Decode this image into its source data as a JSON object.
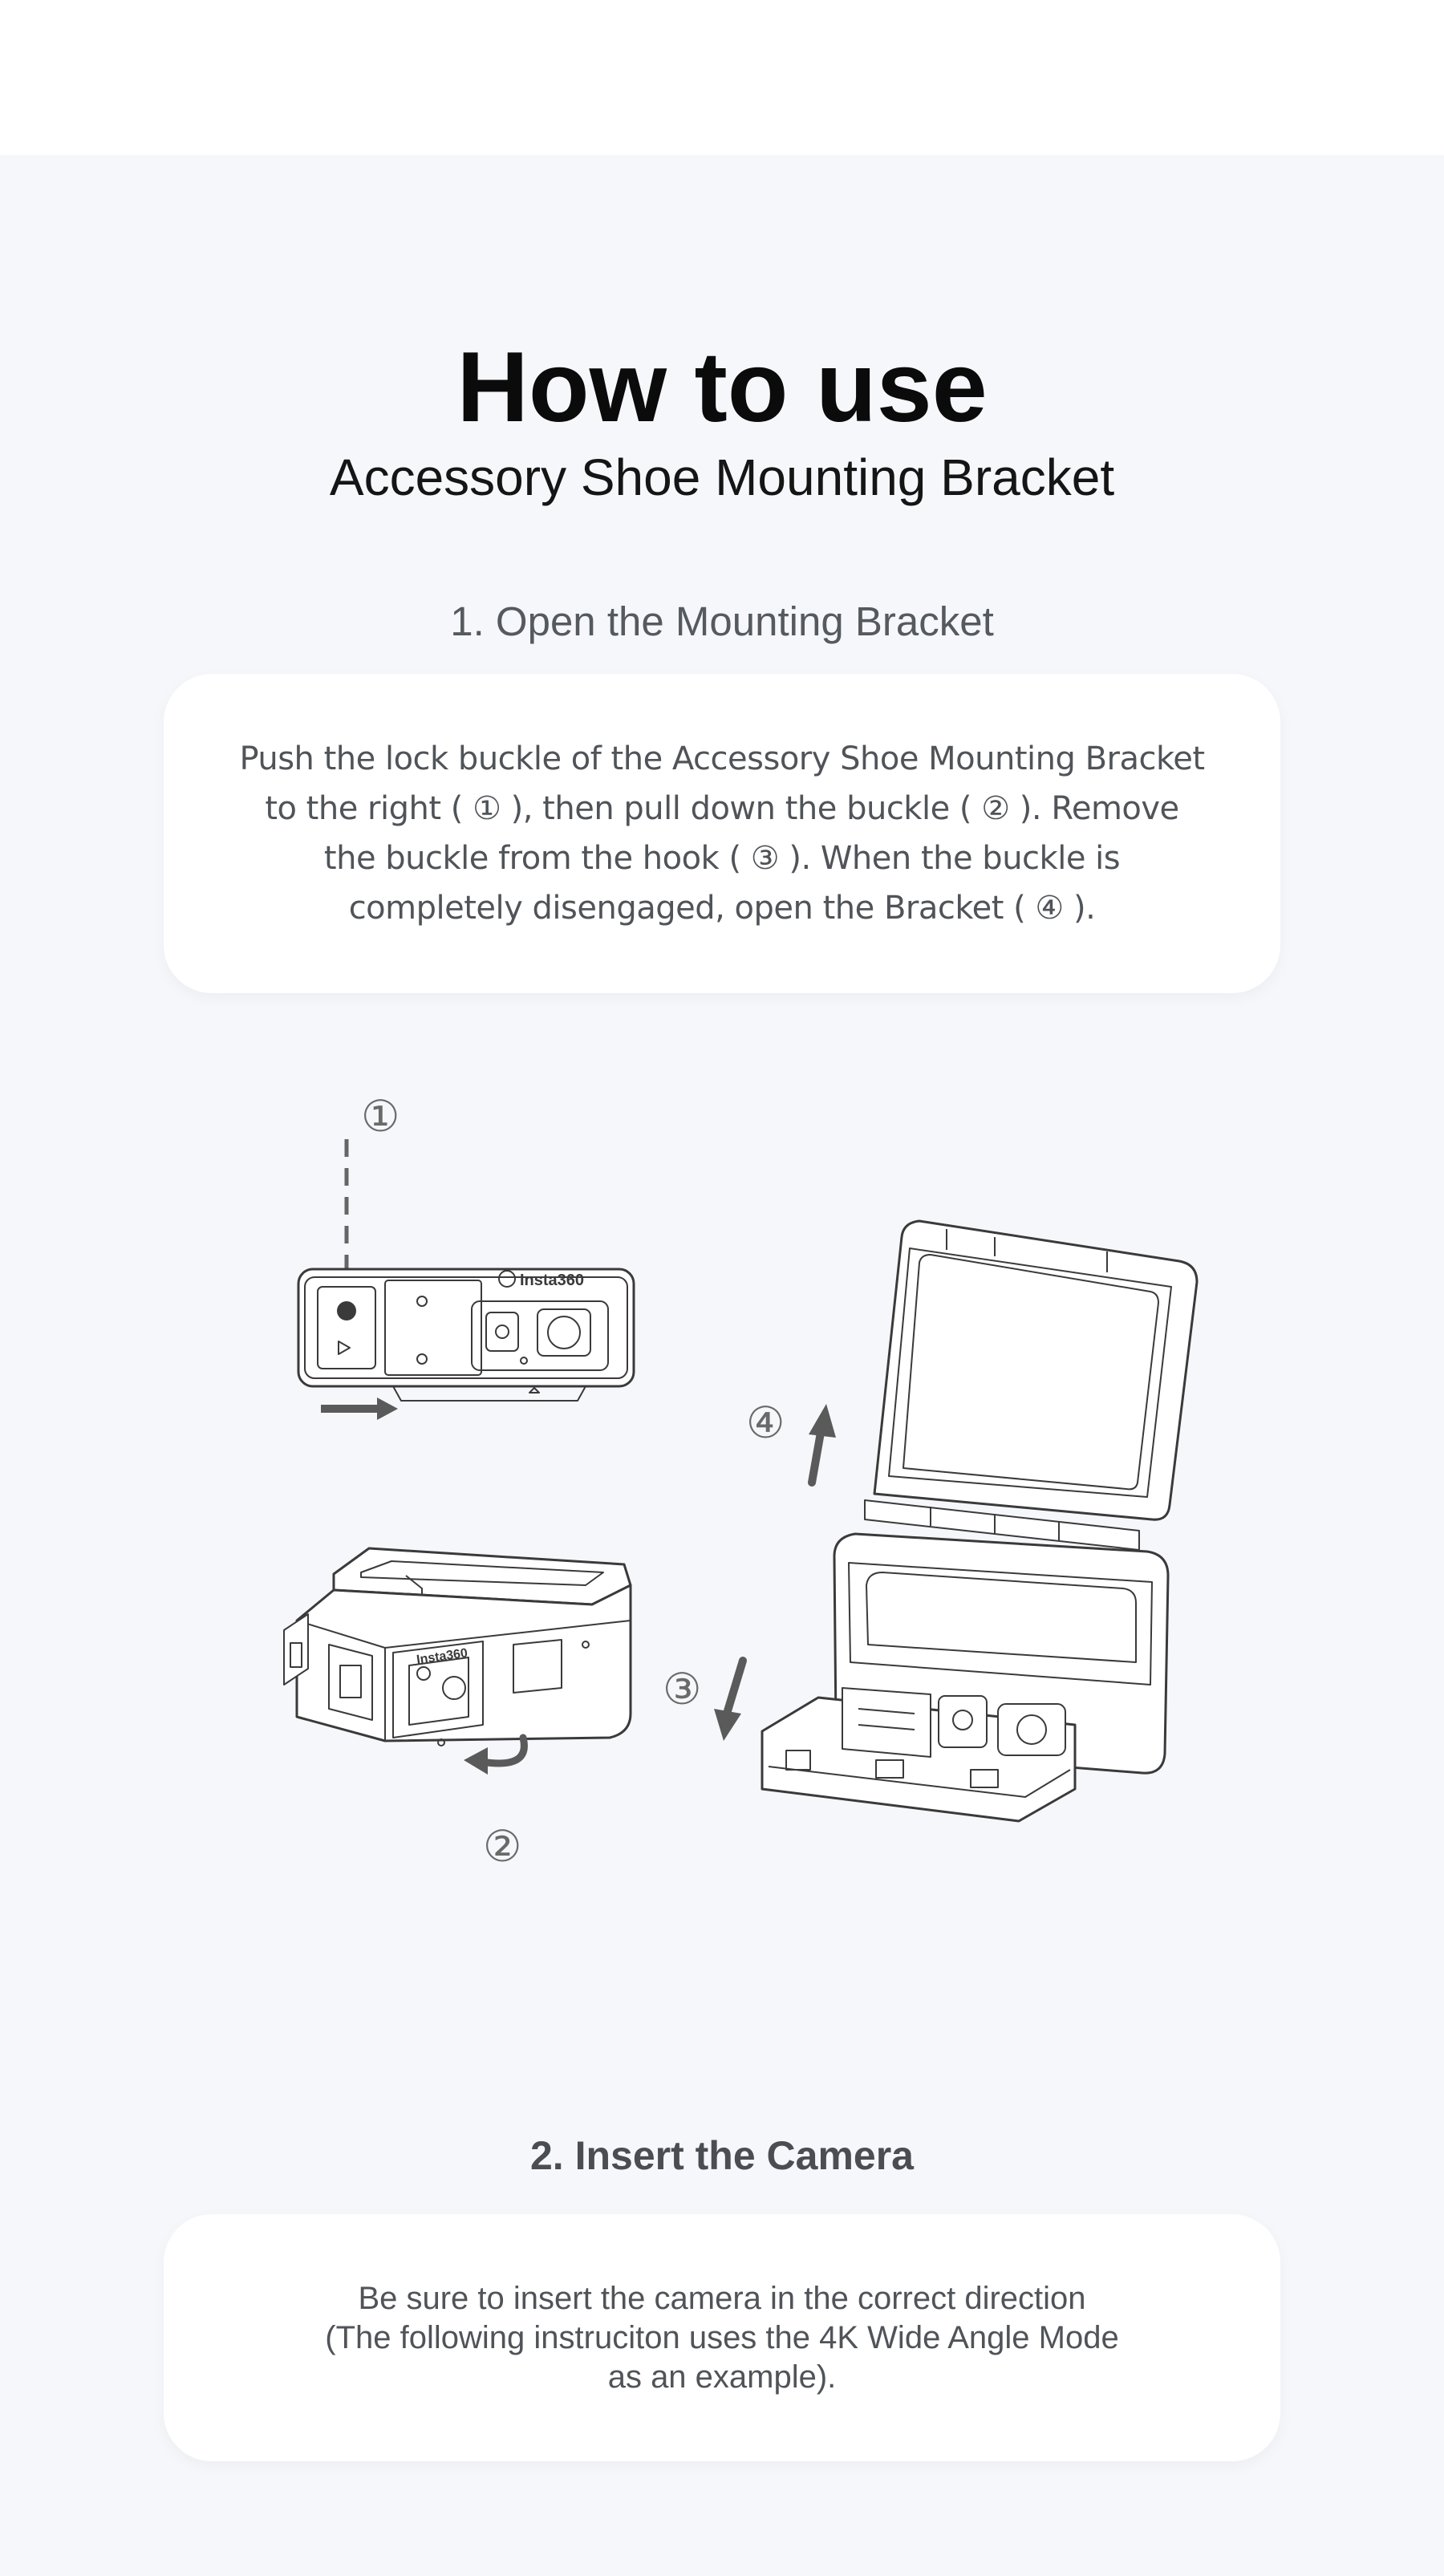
{
  "header": {
    "title": "How to use",
    "subtitle": "Accessory Shoe Mounting Bracket"
  },
  "step1": {
    "heading": "1. Open the Mounting Bracket",
    "description": "Push the lock buckle of the Accessory Shoe Mounting Bracket to the right ( ① ), then pull down the buckle ( ② ). Remove the buckle from the hook ( ③ ). When the buckle is completely disengaged, open the Bracket ( ④ ).",
    "markers": [
      "①",
      "②",
      "③",
      "④"
    ],
    "brand_mark": "Insta360"
  },
  "step2": {
    "heading": "2. Insert the Camera",
    "description": "Be sure to insert the camera in the correct direction (The following instruciton uses the 4K Wide Angle Mode as an example)."
  },
  "colors": {
    "page_background": "#f6f7fb",
    "card_background": "#ffffff",
    "title_color": "#0b0b0b",
    "body_text": "#505459",
    "arrow_color": "#5a5a5a"
  }
}
